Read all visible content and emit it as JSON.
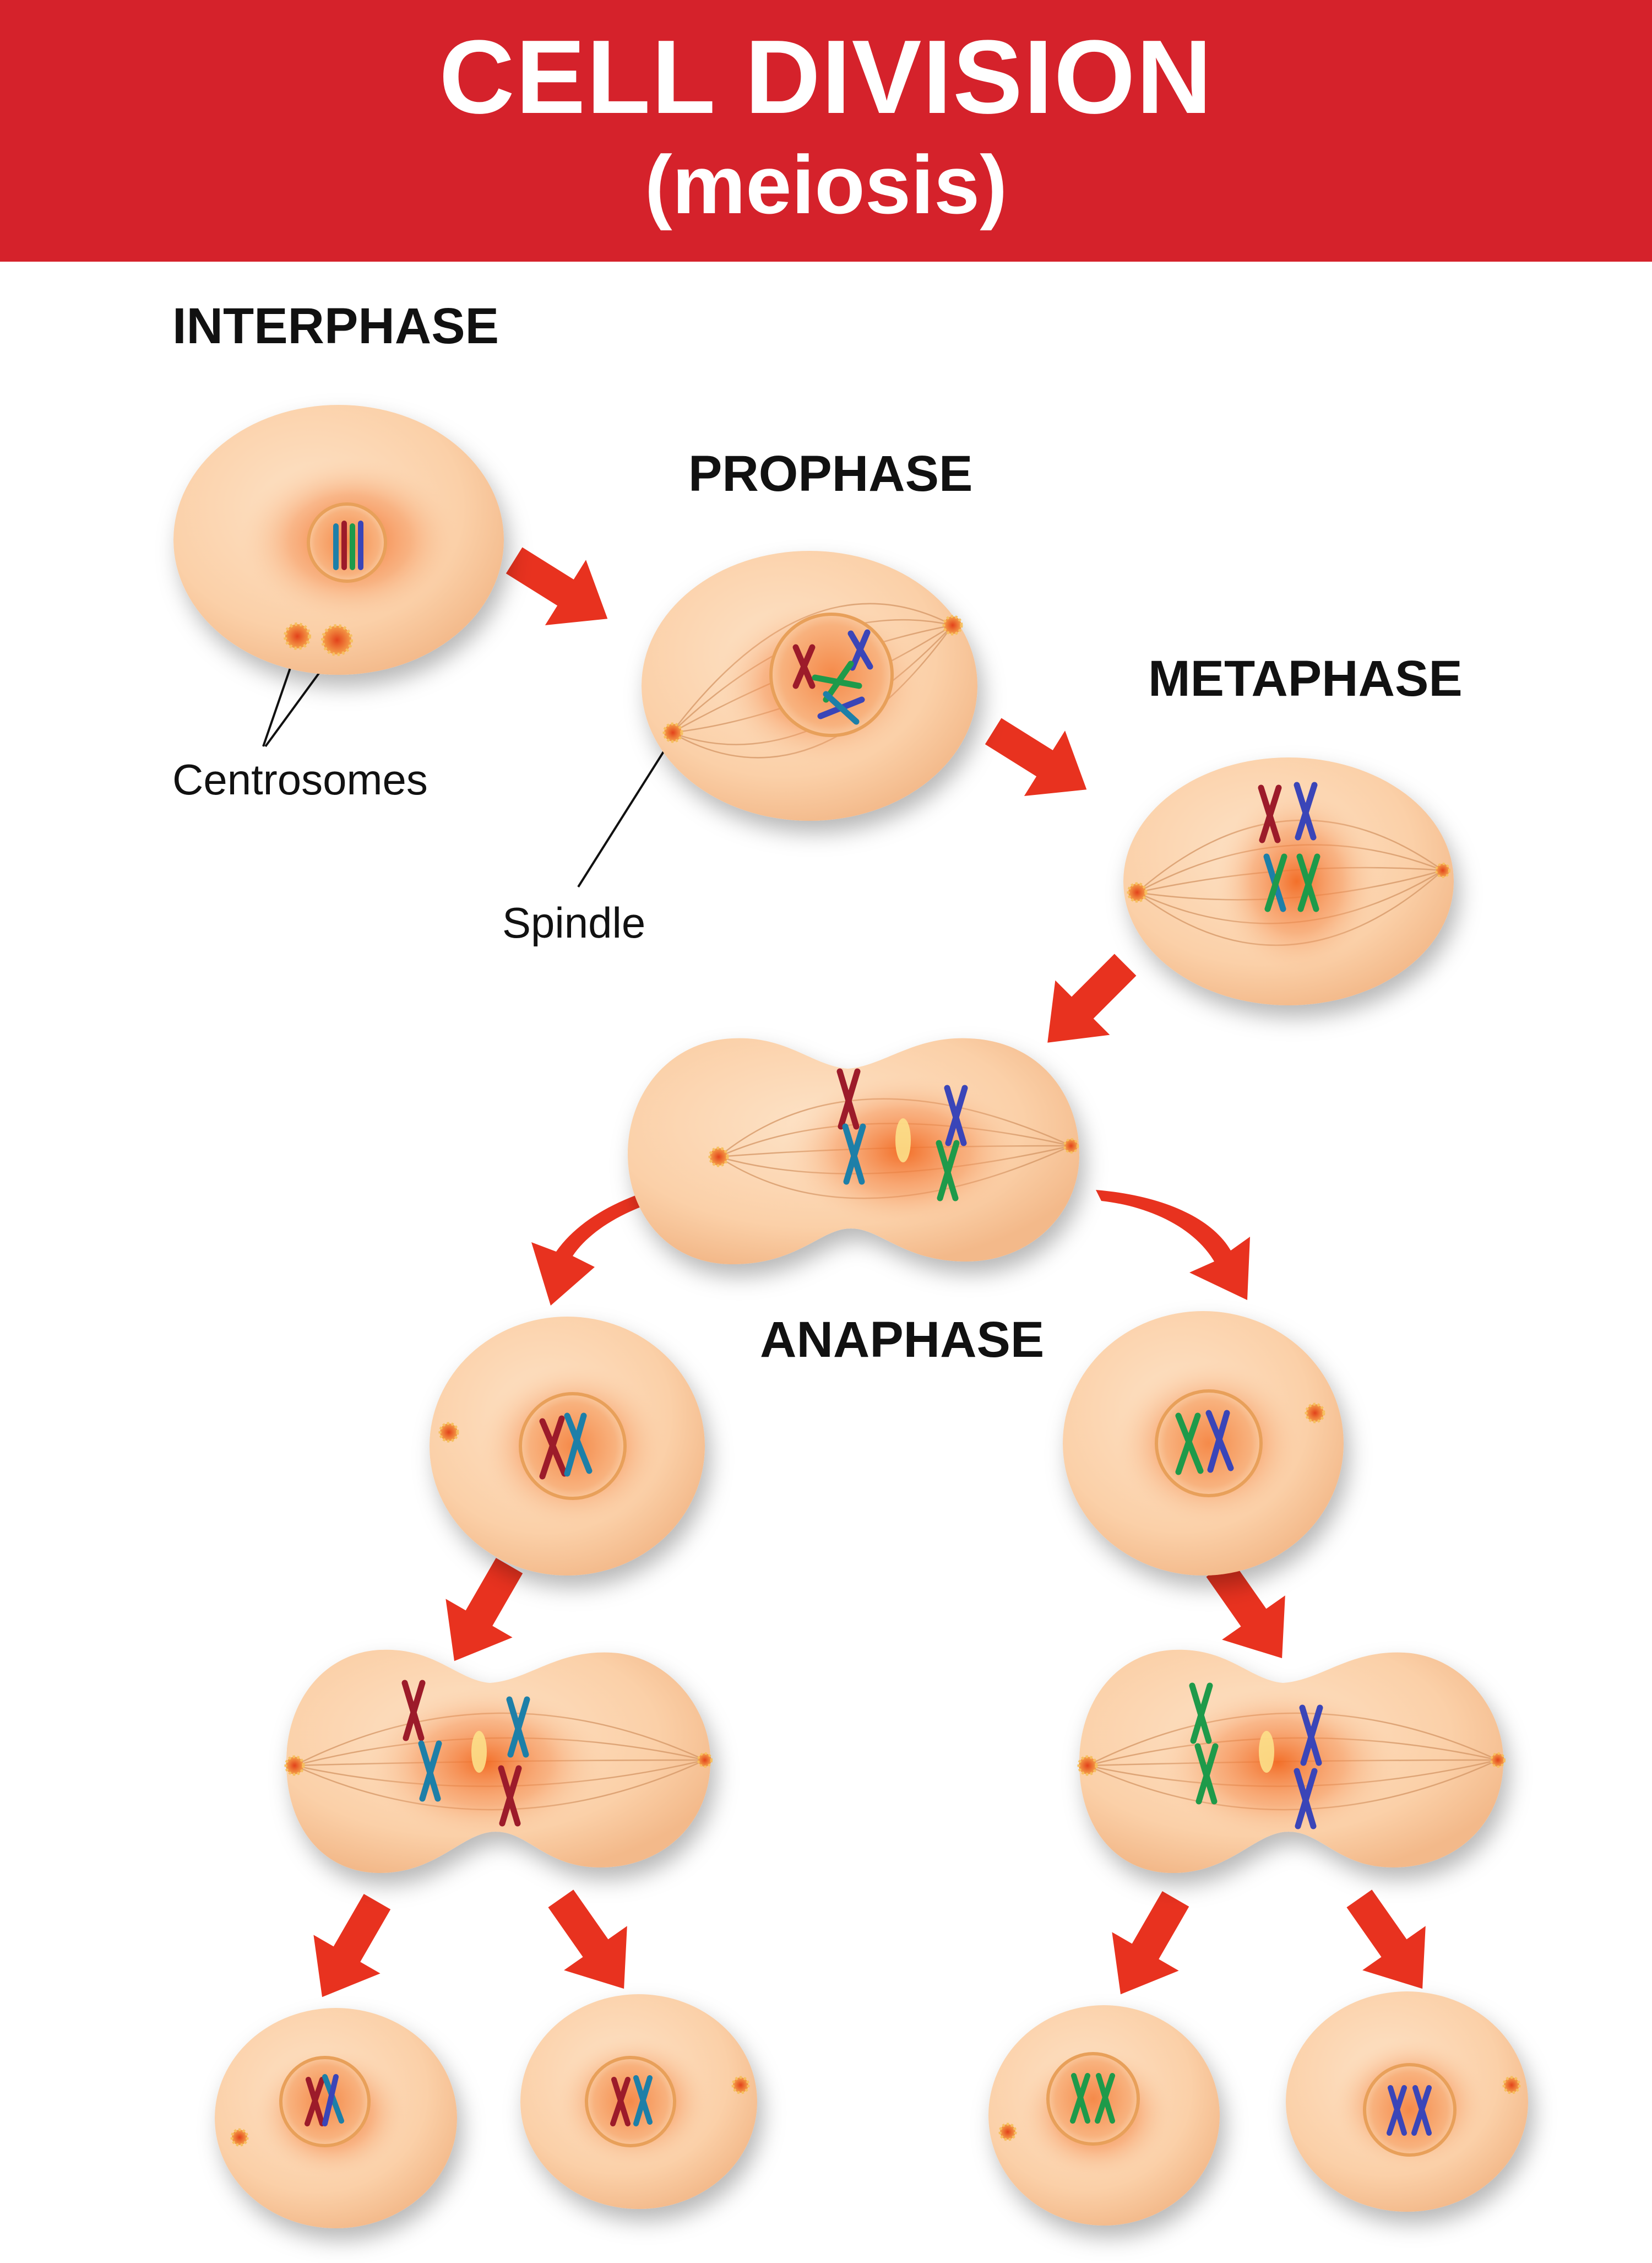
{
  "header": {
    "title": "CELL DIVISION",
    "subtitle": "(meiosis)"
  },
  "phases": {
    "interphase": "INTERPHASE",
    "prophase": "PROPHASE",
    "metaphase": "METAPHASE",
    "anaphase": "ANAPHASE"
  },
  "callouts": {
    "centrosomes": "Centrosomes",
    "spindle": "Spindle"
  },
  "colors": {
    "banner": "#d5222b",
    "cell_fill": "#fbd3ad",
    "cell_glow": "#f47a3c",
    "arrow": "#e8321f",
    "chromosome_red": "#9c1b2a",
    "chromosome_blue": "#3a45b8",
    "chromosome_green": "#1e9a4a",
    "chromosome_teal": "#1d7fa8"
  }
}
